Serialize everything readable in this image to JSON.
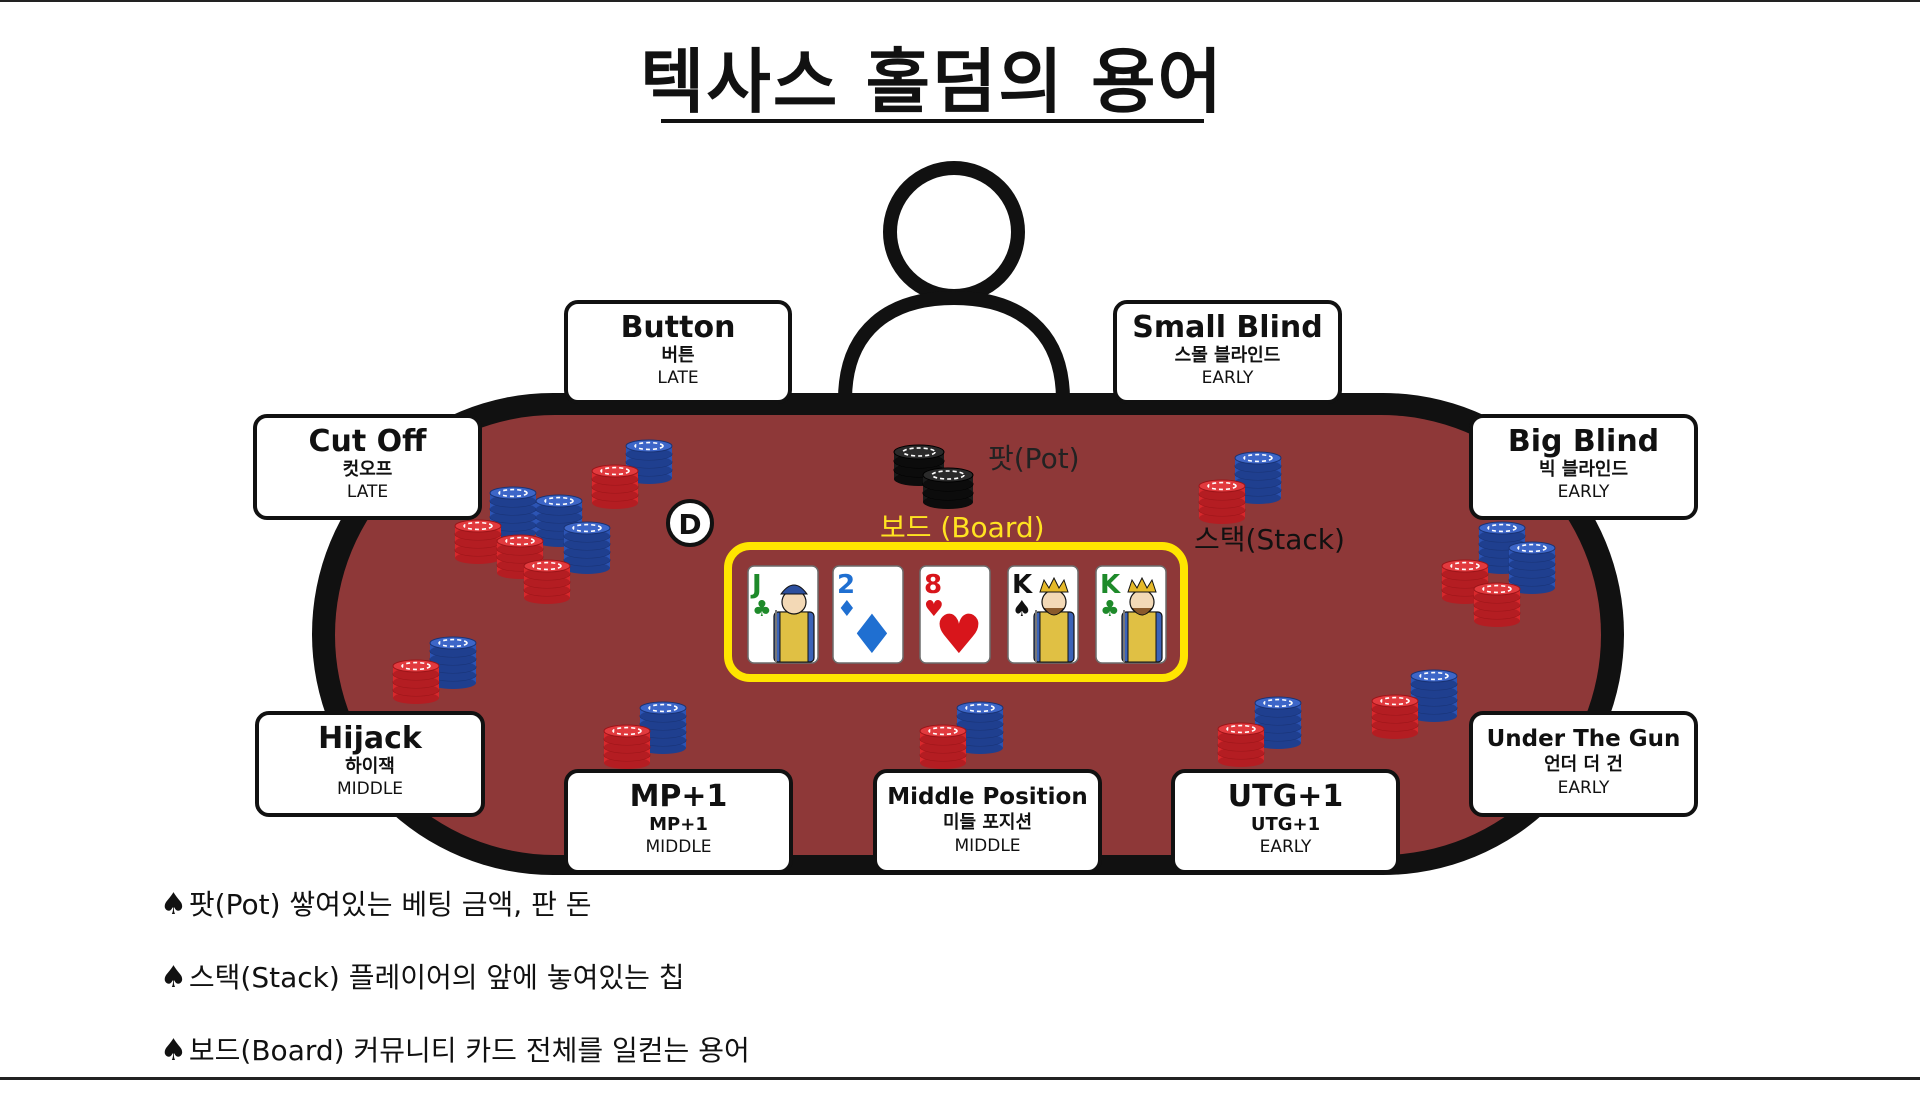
{
  "title": "텍사스 홀덤의 용어",
  "colors": {
    "felt": "#8e3838",
    "rail": "#111111",
    "board_frame": "#ffe500",
    "board_label": "#ffe321",
    "chip_red": "#d8282c",
    "chip_blue": "#2c54b4"
  },
  "positions": {
    "button": {
      "en": "Button",
      "ko": "버튼",
      "group": "LATE"
    },
    "small_blind": {
      "en": "Small Blind",
      "ko": "스몰 블라인드",
      "group": "EARLY"
    },
    "cut_off": {
      "en": "Cut Off",
      "ko": "컷오프",
      "group": "LATE"
    },
    "big_blind": {
      "en": "Big Blind",
      "ko": "빅 블라인드",
      "group": "EARLY"
    },
    "hijack": {
      "en": "Hijack",
      "ko": "하이잭",
      "group": "MIDDLE"
    },
    "under_the_gun": {
      "en": "Under The Gun",
      "ko": "언더 더 건",
      "group": "EARLY"
    },
    "mp1": {
      "en": "MP+1",
      "ko": "MP+1",
      "group": "MIDDLE"
    },
    "middle_position": {
      "en": "Middle Position",
      "ko": "미들 포지션",
      "group": "MIDDLE"
    },
    "utg1": {
      "en": "UTG+1",
      "ko": "UTG+1",
      "group": "EARLY"
    }
  },
  "table_labels": {
    "pot": "팟(Pot)",
    "stack": "스택(Stack)",
    "board": "보드 (Board)",
    "dealer": "D"
  },
  "board_cards": [
    {
      "rank": "J",
      "suit": "♣",
      "color": "#1e8a2a"
    },
    {
      "rank": "2",
      "suit": "♦",
      "color": "#1f6fd1"
    },
    {
      "rank": "8",
      "suit": "♥",
      "color": "#d8151b"
    },
    {
      "rank": "K",
      "suit": "♠",
      "color": "#111111"
    },
    {
      "rank": "K",
      "suit": "♣",
      "color": "#1e8a2a"
    }
  ],
  "notes": [
    {
      "bullet": "♠",
      "text": "팟(Pot) 쌓여있는 베팅 금액, 판 돈"
    },
    {
      "bullet": "♠",
      "text": "스택(Stack) 플레이어의 앞에 놓여있는 칩"
    },
    {
      "bullet": "♠",
      "text": "보드(Board) 커뮤니티 카드 전체를 일컫는 용어"
    }
  ],
  "icons": {
    "dealer": "person-icon",
    "pot": "pot-chips-icon",
    "chips": "chip-stack-icon",
    "dealer_button": "dealer-button-icon"
  }
}
